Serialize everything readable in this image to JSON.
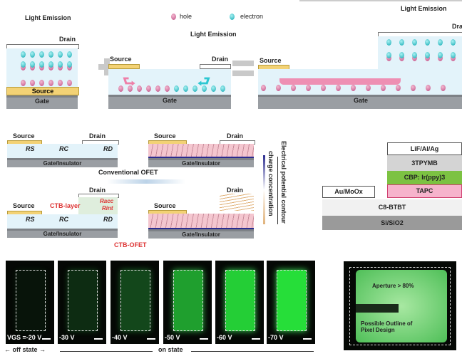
{
  "top": {
    "light_emission": "Light Emission",
    "drain": "Drain",
    "source": "Source",
    "gate": "Gate",
    "legend_hole": "hole",
    "legend_electron": "electron",
    "plus": "+",
    "equals": "="
  },
  "middle": {
    "source": "Source",
    "drain": "Drain",
    "rs": "RS",
    "rc": "RC",
    "rd": "RD",
    "r_acc": "Racc",
    "r_int": "Rint",
    "gate_insulator": "Gate/Insulator",
    "conventional": "Conventional OFET",
    "ctb_layer": "CTB-layer",
    "ctb_ofet": "CTB-OFET",
    "potential_label": "Electrical potential contour",
    "charge_label": "charge concentration"
  },
  "stack": {
    "layers": [
      "LiF/Al/Ag",
      "3TPYMB",
      "CBP: Ir(ppy)3",
      "TAPC"
    ],
    "electrode": "Au/MoOx",
    "semiconductor": "C8-BTBT",
    "substrate": "Si/SiO2",
    "colors": {
      "cbp": "#7cc242",
      "tapc": "#f6b3cc"
    }
  },
  "bottom": {
    "voltages": [
      "VGS =-20 V",
      "-30 V",
      "-40 V",
      "-50 V",
      "-60 V",
      "-70 V"
    ],
    "brightness": [
      0.1,
      0.25,
      0.4,
      0.75,
      0.9,
      0.95
    ],
    "off_state": "← off state →",
    "on_state": "on state",
    "aperture": "Aperture > 80%",
    "outline": "Possible Outline of Pixel Design"
  }
}
